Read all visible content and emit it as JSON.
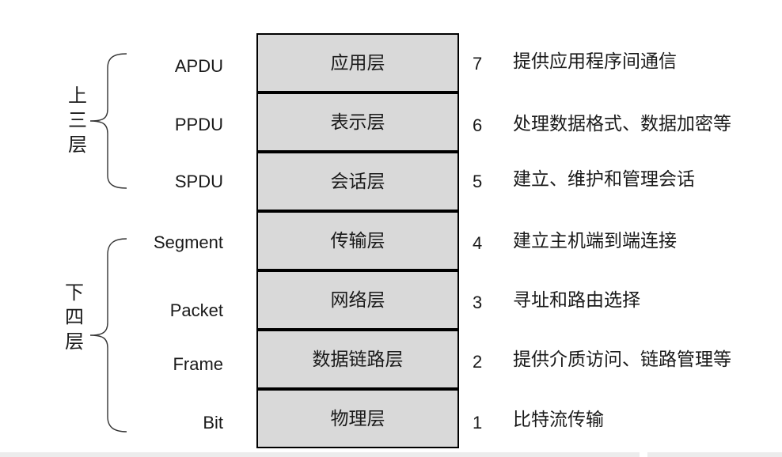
{
  "layers": [
    {
      "num": "7",
      "name": "应用层",
      "pdu": "APDU",
      "func": "提供应用程序间通信"
    },
    {
      "num": "6",
      "name": "表示层",
      "pdu": "PPDU",
      "func": "处理数据格式、数据加密等"
    },
    {
      "num": "5",
      "name": "会话层",
      "pdu": "SPDU",
      "func": "建立、维护和管理会话"
    },
    {
      "num": "4",
      "name": "传输层",
      "pdu": "Segment",
      "func": "建立主机端到端连接"
    },
    {
      "num": "3",
      "name": "网络层",
      "pdu": "Packet",
      "func": "寻址和路由选择"
    },
    {
      "num": "2",
      "name": "数据链路层",
      "pdu": "Frame",
      "func": "提供介质访问、链路管理等"
    },
    {
      "num": "1",
      "name": "物理层",
      "pdu": "Bit",
      "func": "比特流传输"
    }
  ],
  "groups": {
    "upper": {
      "chars": [
        "上",
        "三",
        "层"
      ]
    },
    "lower": {
      "chars": [
        "下",
        "四",
        "层"
      ]
    }
  },
  "colors": {
    "box_fill": "#d9d9d9",
    "box_border": "#000000",
    "text": "#1a1a1a",
    "brace": "#333333"
  }
}
